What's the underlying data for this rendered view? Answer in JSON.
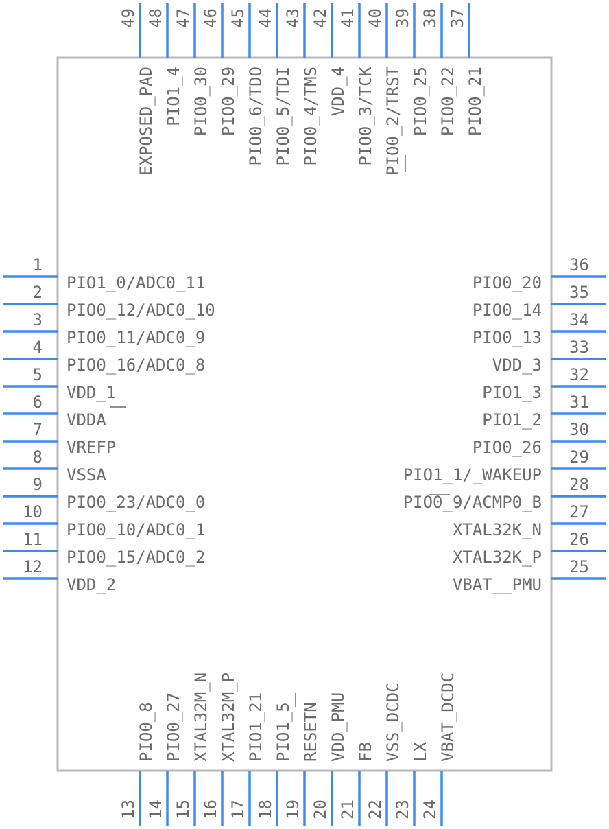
{
  "chip": {
    "left_pins": [
      {
        "num": "1",
        "label": "PIO1_0/ADC0_11"
      },
      {
        "num": "2",
        "label": "PIO0_12/ADC0_10"
      },
      {
        "num": "3",
        "label": "PIO0_11/ADC0_9"
      },
      {
        "num": "4",
        "label": "PIO0_16/ADC0_8"
      },
      {
        "num": "5",
        "label": "VDD_1"
      },
      {
        "num": "6",
        "label": "VDDA"
      },
      {
        "num": "7",
        "label": "VREFP"
      },
      {
        "num": "8",
        "label": "VSSA"
      },
      {
        "num": "9",
        "label": "PIO0_23/ADC0_0"
      },
      {
        "num": "10",
        "label": "PIO0_10/ADC0_1"
      },
      {
        "num": "11",
        "label": "PIO0_15/ADC0_2"
      },
      {
        "num": "12",
        "label": "VDD_2"
      }
    ],
    "right_pins": [
      {
        "num": "36",
        "label": "PIO0_20"
      },
      {
        "num": "35",
        "label": "PIO0_14"
      },
      {
        "num": "34",
        "label": "PIO0_13"
      },
      {
        "num": "33",
        "label": "VDD_3"
      },
      {
        "num": "32",
        "label": "PIO1_3"
      },
      {
        "num": "31",
        "label": "PIO1_2"
      },
      {
        "num": "30",
        "label": "PIO0_26"
      },
      {
        "num": "29",
        "label": "PIO1_1/_WAKEUP"
      },
      {
        "num": "28",
        "label": "PIO0_9/ACMP0_B"
      },
      {
        "num": "27",
        "label": "XTAL32K_N"
      },
      {
        "num": "26",
        "label": "XTAL32K_P"
      },
      {
        "num": "25",
        "label": "VBAT__PMU"
      }
    ],
    "top_pins": [
      {
        "num": "49",
        "label": "EXPOSED_PAD"
      },
      {
        "num": "48",
        "label": "PIO1_4"
      },
      {
        "num": "47",
        "label": "PIO0_30"
      },
      {
        "num": "46",
        "label": "PIO0_29"
      },
      {
        "num": "45",
        "label": "PIO0_6/TDO"
      },
      {
        "num": "44",
        "label": "PIO0_5/TDI"
      },
      {
        "num": "43",
        "label": "PIO0_4/TMS"
      },
      {
        "num": "42",
        "label": "VDD_4"
      },
      {
        "num": "41",
        "label": "PIO0_3/TCK"
      },
      {
        "num": "40",
        "label": "PIO0_2/TRST"
      },
      {
        "num": "39",
        "label": "PIO0_25"
      },
      {
        "num": "38",
        "label": "PIO0_22"
      },
      {
        "num": "37",
        "label": "PIO0_21"
      }
    ],
    "bottom_pins": [
      {
        "num": "13",
        "label": "PIO0_8"
      },
      {
        "num": "14",
        "label": "PIO0_27"
      },
      {
        "num": "15",
        "label": "XTAL32M_N"
      },
      {
        "num": "16",
        "label": "XTAL32M_P"
      },
      {
        "num": "17",
        "label": "PIO1_21"
      },
      {
        "num": "18",
        "label": "PIO1_5"
      },
      {
        "num": "19",
        "label": "RESETN"
      },
      {
        "num": "20",
        "label": "VDD_PMU"
      },
      {
        "num": "21",
        "label": "FB"
      },
      {
        "num": "22",
        "label": "VSS_DCDC"
      },
      {
        "num": "23",
        "label": "LX"
      },
      {
        "num": "24",
        "label": "VBAT_DCDC"
      }
    ]
  },
  "colors": {
    "pin_line": "#3c8cf0",
    "text": "#6b6b6b",
    "body_outline": "#b9b9b9"
  }
}
